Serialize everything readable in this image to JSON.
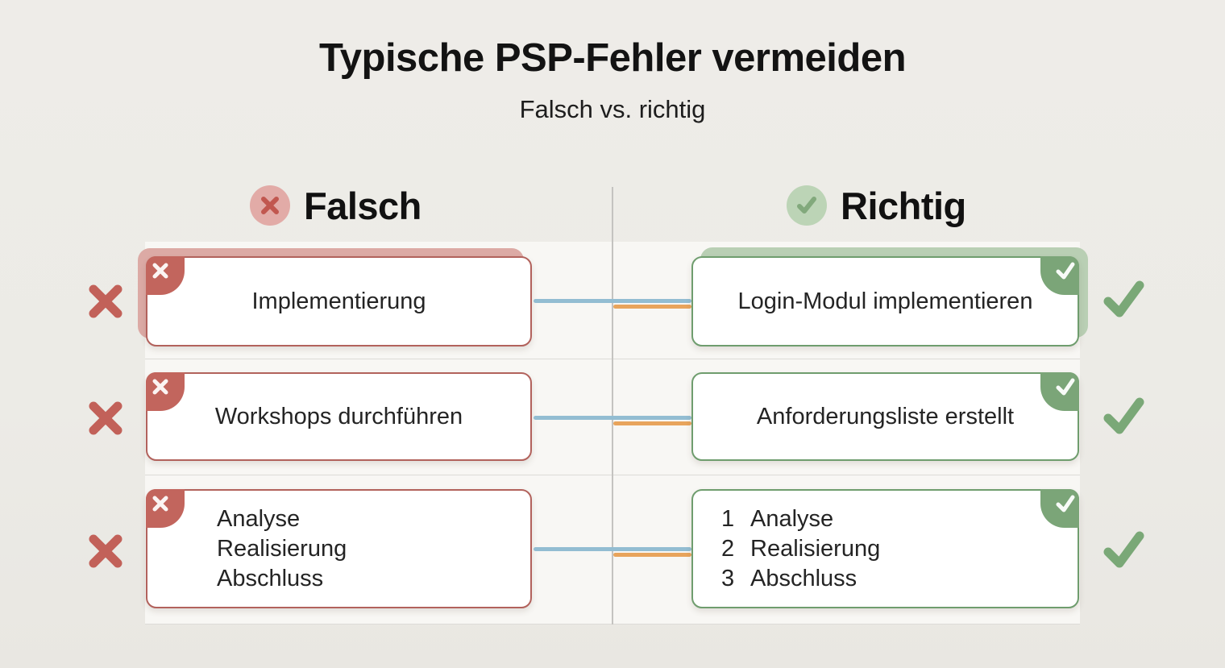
{
  "title": "Typische PSP-Fehler vermeiden",
  "subtitle": "Falsch vs. richtig",
  "columns": {
    "wrong": {
      "label": "Falsch",
      "icon": "x-circle-icon"
    },
    "right": {
      "label": "Richtig",
      "icon": "check-circle-icon"
    }
  },
  "rows": [
    {
      "wrong": {
        "text": "Implementierung"
      },
      "right": {
        "text": "Login-Modul implementieren"
      }
    },
    {
      "wrong": {
        "text": "Workshops durchführen"
      },
      "right": {
        "text": "Anforderungsliste erstellt"
      }
    },
    {
      "wrong": {
        "lines": [
          "Analyse",
          "Realisierung",
          "Abschluss"
        ]
      },
      "right": {
        "items": [
          {
            "num": "1",
            "text": "Analyse"
          },
          {
            "num": "2",
            "text": "Realisierung"
          },
          {
            "num": "3",
            "text": "Abschluss"
          }
        ]
      }
    }
  ],
  "colors": {
    "wrong_accent": "#c0605a",
    "right_accent": "#7aa877",
    "connector_blue": "#93bdd2",
    "connector_orange": "#e8a45c",
    "page_background": "#ecebe6",
    "panel_background": "#f8f7f4"
  }
}
